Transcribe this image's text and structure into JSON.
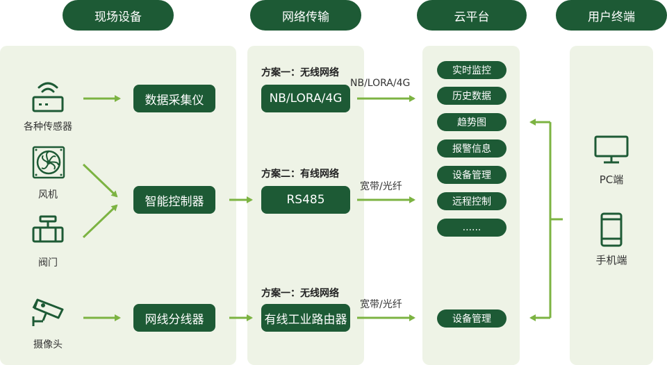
{
  "headers": {
    "field": "现场设备",
    "network": "网络传输",
    "cloud": "云平台",
    "terminal": "用户终端"
  },
  "devices": {
    "sensor": "各种传感器",
    "fan": "风机",
    "valve": "阀门",
    "camera": "摄像头"
  },
  "field_boxes": {
    "collector": "数据采集仪",
    "controller": "智能控制器",
    "splitter": "网线分线器"
  },
  "network": {
    "scheme1_title": "方案一：无线网络",
    "scheme1_box": "NB/LORA/4G",
    "scheme1_link": "NB/LORA/4G",
    "scheme2_title": "方案二：有线网络",
    "scheme2_box": "RS485",
    "scheme2_link": "宽带/光纤",
    "scheme3_title": "方案一：无线网络",
    "scheme3_box": "有线工业路由器",
    "scheme3_link": "宽带/光纤"
  },
  "cloud_items": [
    "实时监控",
    "历史数据",
    "趋势图",
    "报警信息",
    "设备管理",
    "远程控制",
    "......"
  ],
  "cloud_bottom": "设备管理",
  "terminals": {
    "pc": "PC端",
    "mobile": "手机端"
  },
  "colors": {
    "dark_green": "#1d5a35",
    "arrow_green": "#7cb342",
    "panel_bg": "#eef3e6"
  }
}
